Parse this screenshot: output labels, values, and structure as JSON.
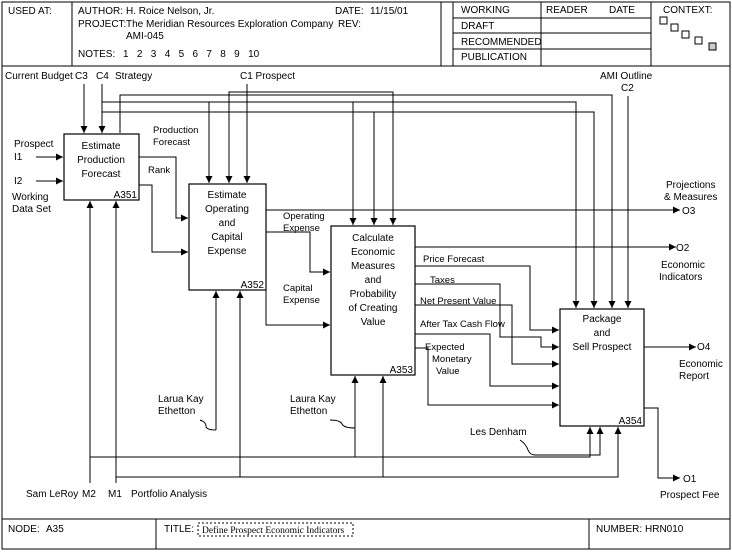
{
  "header": {
    "used_at_label": "USED AT:",
    "author_label": "AUTHOR:",
    "author": "H. Roice Nelson, Jr.",
    "date_label": "DATE:",
    "date": "11/15/01",
    "project_label": "PROJECT:",
    "project": "The Meridian Resources Exploration Company",
    "rev_label": "REV:",
    "project_code": "AMI-045",
    "notes_label": "NOTES:",
    "notes_numbers": "1   2   3   4   5   6   7   8   9   10",
    "status_rows": [
      "WORKING",
      "DRAFT",
      "RECOMMENDED",
      "PUBLICATION"
    ],
    "reader_label": "READER",
    "reader_date_label": "DATE",
    "context_label": "CONTEXT:"
  },
  "boxes": [
    {
      "title_lines": [
        "Estimate",
        "Production",
        "Forecast"
      ],
      "node": "A351"
    },
    {
      "title_lines": [
        "Estimate",
        "Operating",
        "and",
        "Capital",
        "Expense"
      ],
      "node": "A352"
    },
    {
      "title_lines": [
        "Calculate",
        "Economic",
        "Measures",
        "and",
        "Probability",
        "of Creating",
        "Value"
      ],
      "node": "A353"
    },
    {
      "title_lines": [
        "Package",
        "and",
        "Sell Prospect"
      ],
      "node": "A354"
    }
  ],
  "inputs": {
    "i1_name": "Prospect",
    "i1_code": "I1",
    "i2_code": "I2",
    "i2_name_lines": [
      "Working",
      "Data Set"
    ]
  },
  "controls": {
    "current_budget": "Current Budget",
    "c3": "C3",
    "c4": "C4",
    "strategy": "Strategy",
    "c1_line": "C1  Prospect",
    "ami_outline": "AMI Outline",
    "c2": "C2"
  },
  "outputs": {
    "o3_lines": [
      "Projections",
      "& Measures"
    ],
    "o3_code": "O3",
    "o2_code": "O2",
    "o2_lines": [
      "Economic",
      "Indicators"
    ],
    "o4_code": "O4",
    "o4_lines": [
      "Economic",
      "Report"
    ],
    "o1_code": "O1",
    "o1_name": "Prospect Fee"
  },
  "mechanisms": {
    "sam": "Sam LeRoy",
    "m2": "M2",
    "m1": "M1",
    "portfolio": "Portfolio Analysis",
    "laura1_lines": [
      "Larua Kay",
      "Ethetton"
    ],
    "laura2_lines": [
      "Laura Kay",
      "Ethetton"
    ],
    "les": "Les Denham"
  },
  "arrow_labels": {
    "production_forecast_lines": [
      "Production",
      "Forecast"
    ],
    "rank": "Rank",
    "operating_expense_lines": [
      "Operating",
      "Expense"
    ],
    "capital_expense_lines": [
      "Capital",
      "Expense"
    ],
    "price_forecast": "Price Forecast",
    "taxes": "Taxes",
    "npv": "Net Present Value",
    "after_tax": "After Tax Cash Flow",
    "emv_lines": [
      "Expected",
      "Monetary",
      "Value"
    ]
  },
  "footer": {
    "node_label": "NODE:",
    "node": "A35",
    "title_label": "TITLE:",
    "title": "Define Prospect Economic Indicators",
    "number_label": "NUMBER:",
    "number": "HRN010"
  }
}
